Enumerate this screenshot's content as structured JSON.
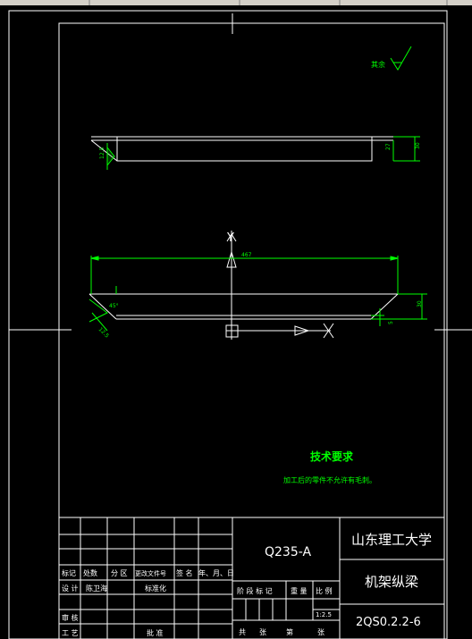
{
  "colors": {
    "background": "#000000",
    "line": "#ffffff",
    "dimension": "#00ff00",
    "accent": "#00ff00"
  },
  "surface_note": "其余",
  "top_view": {
    "dim_left": "12.5",
    "dim_inner": "27",
    "dim_height": "30"
  },
  "front_view": {
    "axis_y": "Y",
    "axis_x": "X",
    "dim_width": "467",
    "dim_height": "30",
    "dim_small": "5",
    "dim_angle": "45°",
    "dim_chamfer": "12.5"
  },
  "tech": {
    "title": "技术要求",
    "note": "加工后的零件不允许有毛刺。"
  },
  "title_block": {
    "material": "Q235-A",
    "school": "山东理工大学",
    "part_name": "机架纵梁",
    "drawing_no": "2QS0.2.2-6",
    "scale": "1:2.5",
    "headers": {
      "mark": "标记",
      "count": "处数",
      "zone": "分 区",
      "change_no": "更改文件号",
      "sign": "签 名",
      "date": "年、月、日",
      "design": "设 计",
      "designer": "陈卫海",
      "standard": "标准化",
      "stage": "阶 段 标 记",
      "weight": "重 量",
      "ratio": "比 例",
      "review": "审 核",
      "process": "工 艺",
      "approve": "批 准",
      "total": "共",
      "sheets": "张",
      "sheet_no": "第",
      "sheets2": "张"
    }
  }
}
